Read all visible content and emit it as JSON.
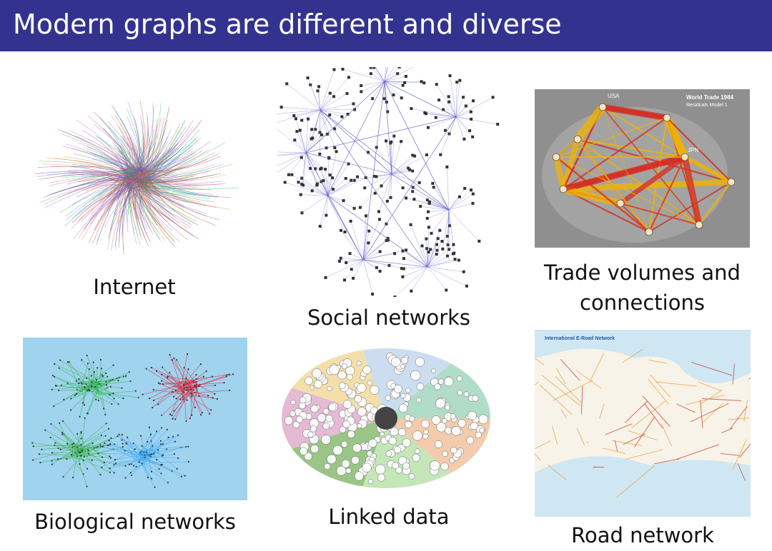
{
  "slide": {
    "title": "Modern graphs are different and diverse"
  },
  "panels": {
    "internet": {
      "caption": "Internet"
    },
    "social": {
      "caption": "Social networks"
    },
    "trade": {
      "caption_line1": "Trade volumes and",
      "caption_line2": "connections",
      "inset_title_line1": "World Trade 1984",
      "inset_title_line2": "Residuals Model 1",
      "node_usa": "USA",
      "node_jpn": "JPN"
    },
    "biological": {
      "caption": "Biological networks"
    },
    "linked": {
      "caption": "Linked data"
    },
    "road": {
      "caption": "Road network",
      "map_title": "International E-Road Network"
    }
  },
  "colors": {
    "title_bar": "#33338f",
    "title_text": "#ffffff",
    "bio_background": "#9fd3ee",
    "trade_background": "#8f8f8f"
  }
}
